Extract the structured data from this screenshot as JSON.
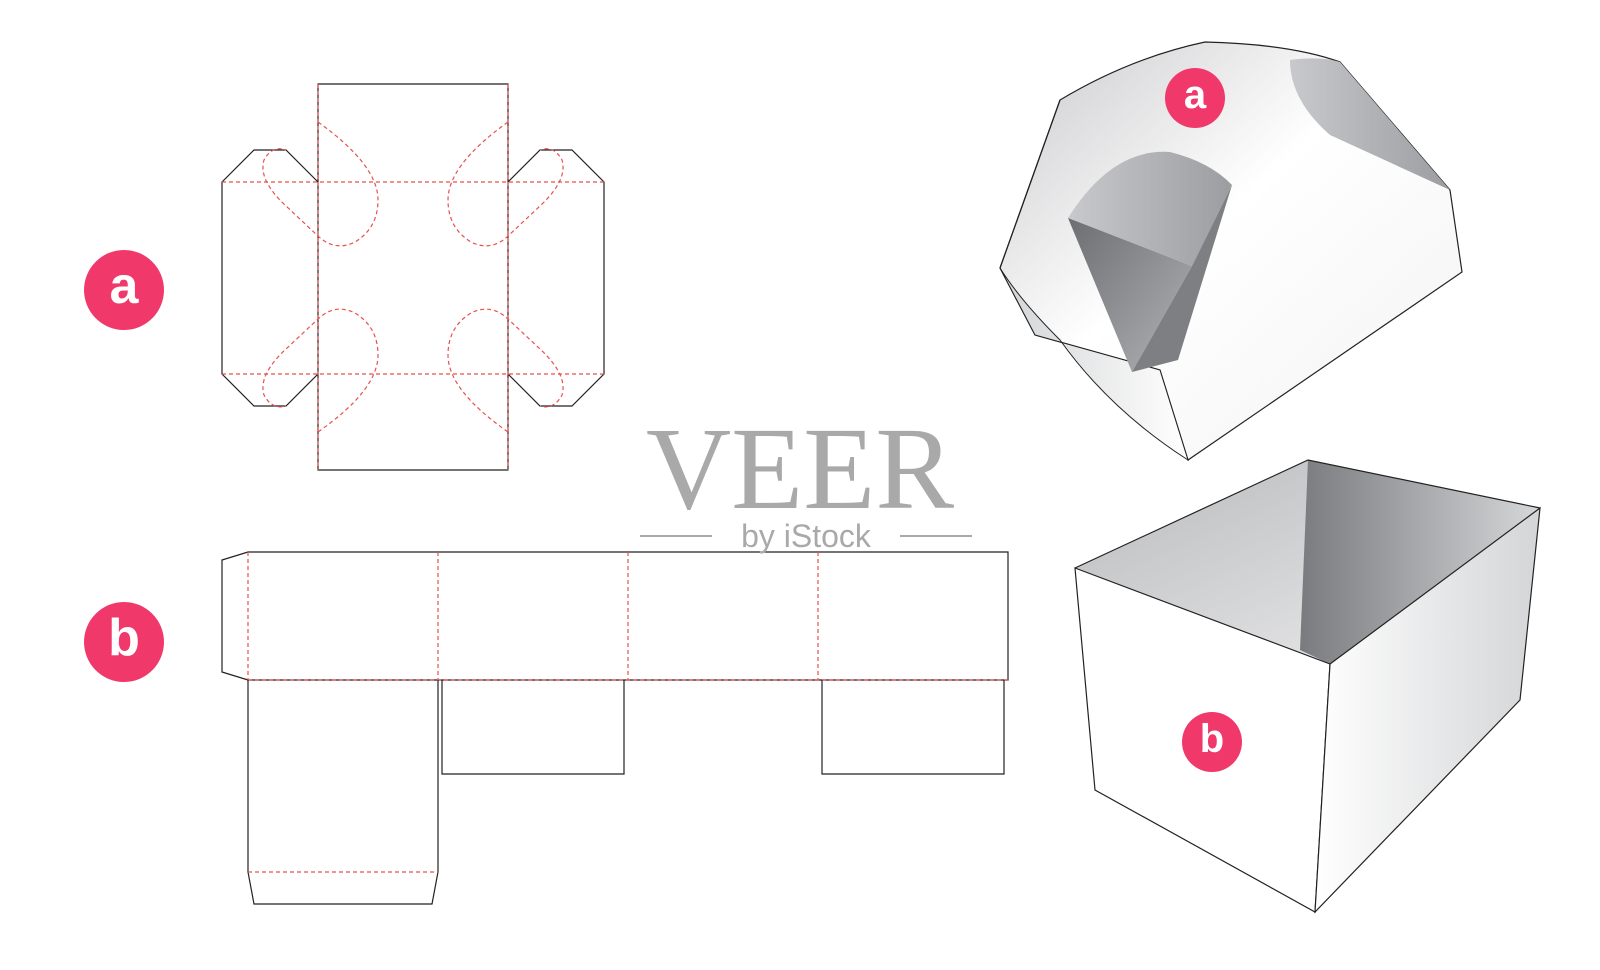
{
  "labels": {
    "a": "a",
    "b": "b"
  },
  "watermark": {
    "brand": "VEER",
    "sub": "by iStock"
  },
  "colors": {
    "badge": "#f0386b",
    "cut_line": "#222222",
    "fold_line": "#e8504f",
    "watermark": "#a9a9a9"
  }
}
